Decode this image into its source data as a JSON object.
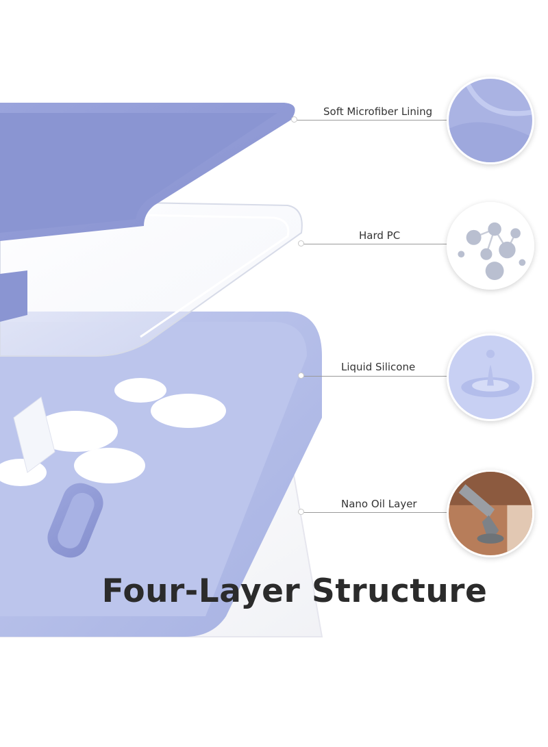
{
  "title": "Four-Layer Structure",
  "layers": [
    {
      "label": "Soft Microfiber Lining",
      "icon": "microfiber-texture-icon"
    },
    {
      "label": "Hard PC",
      "icon": "molecule-bubbles-icon"
    },
    {
      "label": "Liquid Silicone",
      "icon": "liquid-drop-icon"
    },
    {
      "label": "Nano Oil Layer",
      "icon": "oil-resistance-icon"
    }
  ],
  "colors": {
    "case_lavender": "#b4bee8",
    "case_lavender_dark": "#8f9ad6",
    "title_text": "#2b2b2b",
    "label_text": "#333333"
  }
}
